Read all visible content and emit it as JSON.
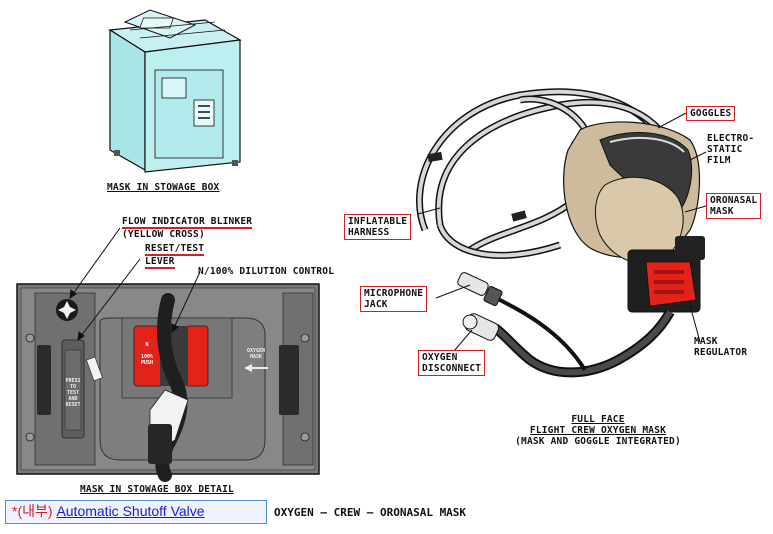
{
  "labels": {
    "stowage_box_caption": "MASK IN STOWAGE BOX",
    "flow_indicator_line1": "FLOW INDICATOR BLINKER",
    "flow_indicator_line2": "(YELLOW CROSS)",
    "reset_line1": "RESET/TEST",
    "reset_line2": "LEVER",
    "dilution_control": "N/100% DILUTION CONTROL",
    "detail_caption": "MASK IN STOWAGE BOX DETAIL",
    "goggles": "GOGGLES",
    "electrostatic_line1": "ELECTRO-",
    "electrostatic_line2": "STATIC",
    "electrostatic_line3": "FILM",
    "inflatable_line1": "INFLATABLE",
    "inflatable_line2": "HARNESS",
    "oronasal_line1": "ORONASAL",
    "oronasal_line2": "MASK",
    "microphone_line1": "MICROPHONE",
    "microphone_line2": "JACK",
    "oxygen_line1": "OXYGEN",
    "oxygen_line2": "DISCONNECT",
    "regulator_line1": "MASK",
    "regulator_line2": "REGULATOR",
    "fullface_line1": "FULL FACE",
    "fullface_line2": "FLIGHT CREW OXYGEN MASK",
    "fullface_line3": "(MASK AND GOGGLE INTEGRATED)"
  },
  "panel_text": {
    "oxygen_mask_line1": "OXYGEN",
    "oxygen_mask_line2": "MASK",
    "press_test_line1": "PRESS",
    "press_test_line2": "TO",
    "press_test_line3": "TEST",
    "press_test_line4": "AND",
    "press_test_line5": "RESET",
    "n_label": "N",
    "push_line1": "100%",
    "push_line2": "PUSH"
  },
  "link": {
    "prefix": "*(내부)",
    "text": "Automatic Shutoff Valve"
  },
  "footer": {
    "title": "OXYGEN – CREW – ORONASAL MASK"
  },
  "colors": {
    "callout_border": "#d41f26",
    "box_cyan": "#bdeef0",
    "panel_gray": "#7a7a7a",
    "mask_tan": "#cdbb9c",
    "regulator_red": "#e2231a",
    "link_blue": "#1a1ad8"
  }
}
